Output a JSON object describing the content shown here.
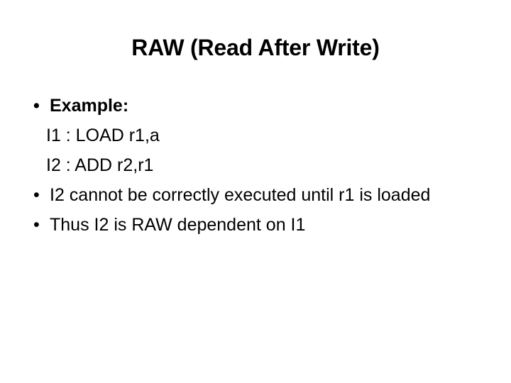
{
  "slide": {
    "title": "RAW (Read After Write)",
    "bullet_glyph": "•",
    "blocks": [
      {
        "kind": "bullet",
        "bold": true,
        "text": "Example:"
      },
      {
        "kind": "code",
        "text": "I1 : LOAD r1,a"
      },
      {
        "kind": "code",
        "text": "I2 : ADD r2,r1"
      },
      {
        "kind": "bullet",
        "bold": false,
        "text": "I2 cannot be correctly executed until r1 is loaded"
      },
      {
        "kind": "bullet",
        "bold": false,
        "text": "Thus I2 is RAW dependent on I1"
      }
    ]
  },
  "colors": {
    "background": "#ffffff",
    "text": "#000000"
  }
}
